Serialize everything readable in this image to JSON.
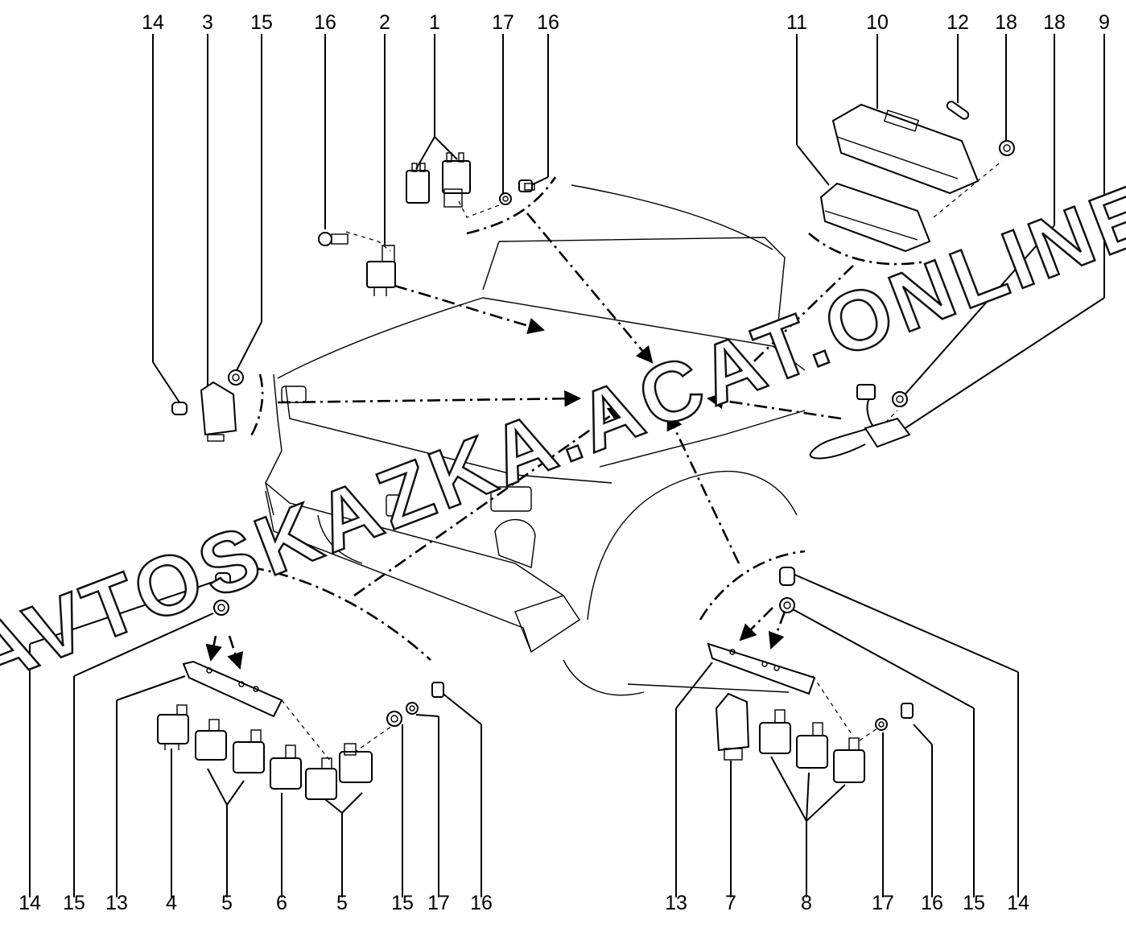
{
  "callouts": {
    "top": [
      "14",
      "3",
      "15",
      "16",
      "2",
      "1",
      "17",
      "16",
      "11",
      "10",
      "12",
      "18",
      "18",
      "9"
    ],
    "bottom_left": [
      "14",
      "15",
      "13",
      "4",
      "5",
      "6",
      "5",
      "15",
      "17",
      "16"
    ],
    "bottom_right": [
      "13",
      "7",
      "8",
      "17",
      "16",
      "15",
      "14"
    ]
  },
  "watermark": "AVTOSKAZKA.ACAT.ONLINE"
}
